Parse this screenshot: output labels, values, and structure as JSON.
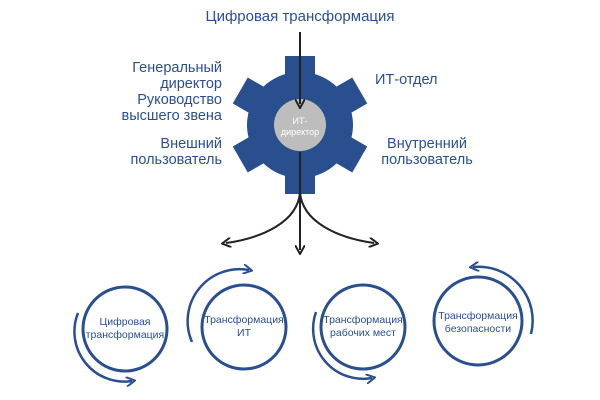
{
  "title": "Цифровая трансформация",
  "center": {
    "label_line1": "ИТ-",
    "label_line2": "директор"
  },
  "stakeholders": {
    "gd_line1": "Генеральный",
    "gd_line2": "директор",
    "gd_line3": "Руководство",
    "gd_line4": "высшего звена",
    "it_dept": "ИТ-отдел",
    "external_line1": "Внешний",
    "external_line2": "пользователь",
    "internal_line1": "Внутренний",
    "internal_line2": "пользователь"
  },
  "circles": [
    {
      "line1": "Цифровая",
      "line2": "трансформация"
    },
    {
      "line1": "Трансформация",
      "line2": "ИТ"
    },
    {
      "line1": "Трансформация",
      "line2": "рабочих мест"
    },
    {
      "line1": "Трансформация",
      "line2": "безопасности"
    }
  ],
  "colors": {
    "primary": "#2a4f8f",
    "gear_center": "#bdbdbd",
    "arrow": "#222222"
  }
}
